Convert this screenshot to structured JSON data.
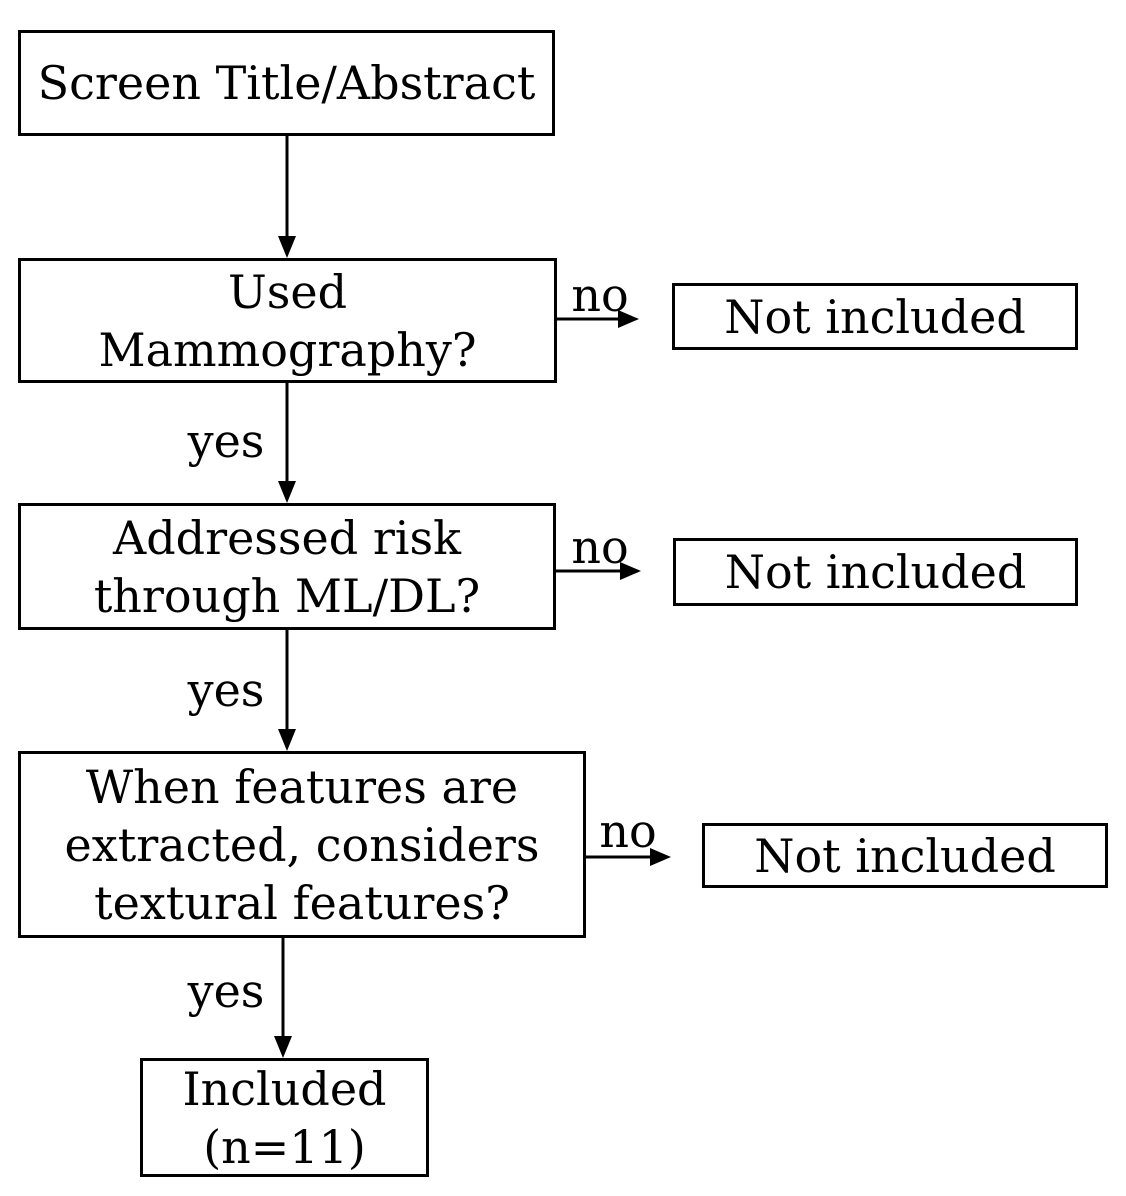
{
  "figure": {
    "type": "flowchart",
    "background_color": "#ffffff",
    "line_color": "#000000",
    "text_color": "#000000",
    "nodes": {
      "screen_title_abstract": {
        "label": "Screen Title/Abstract"
      },
      "used_mammography": {
        "label": "Used\nMammography?"
      },
      "addressed_risk_ml_dl": {
        "label": "Addressed risk\nthrough ML/DL?"
      },
      "textural_features": {
        "label": "When features are\nextracted, considers\ntextural features?"
      },
      "included": {
        "label": "Included\n(n=11)"
      },
      "not_included_1": {
        "label": "Not included"
      },
      "not_included_2": {
        "label": "Not included"
      },
      "not_included_3": {
        "label": "Not included"
      }
    },
    "edges": {
      "mammography_no": {
        "label": "no"
      },
      "mammography_yes": {
        "label": "yes"
      },
      "ml_dl_no": {
        "label": "no"
      },
      "ml_dl_yes": {
        "label": "yes"
      },
      "textural_no": {
        "label": "no"
      },
      "textural_yes": {
        "label": "yes"
      }
    }
  }
}
